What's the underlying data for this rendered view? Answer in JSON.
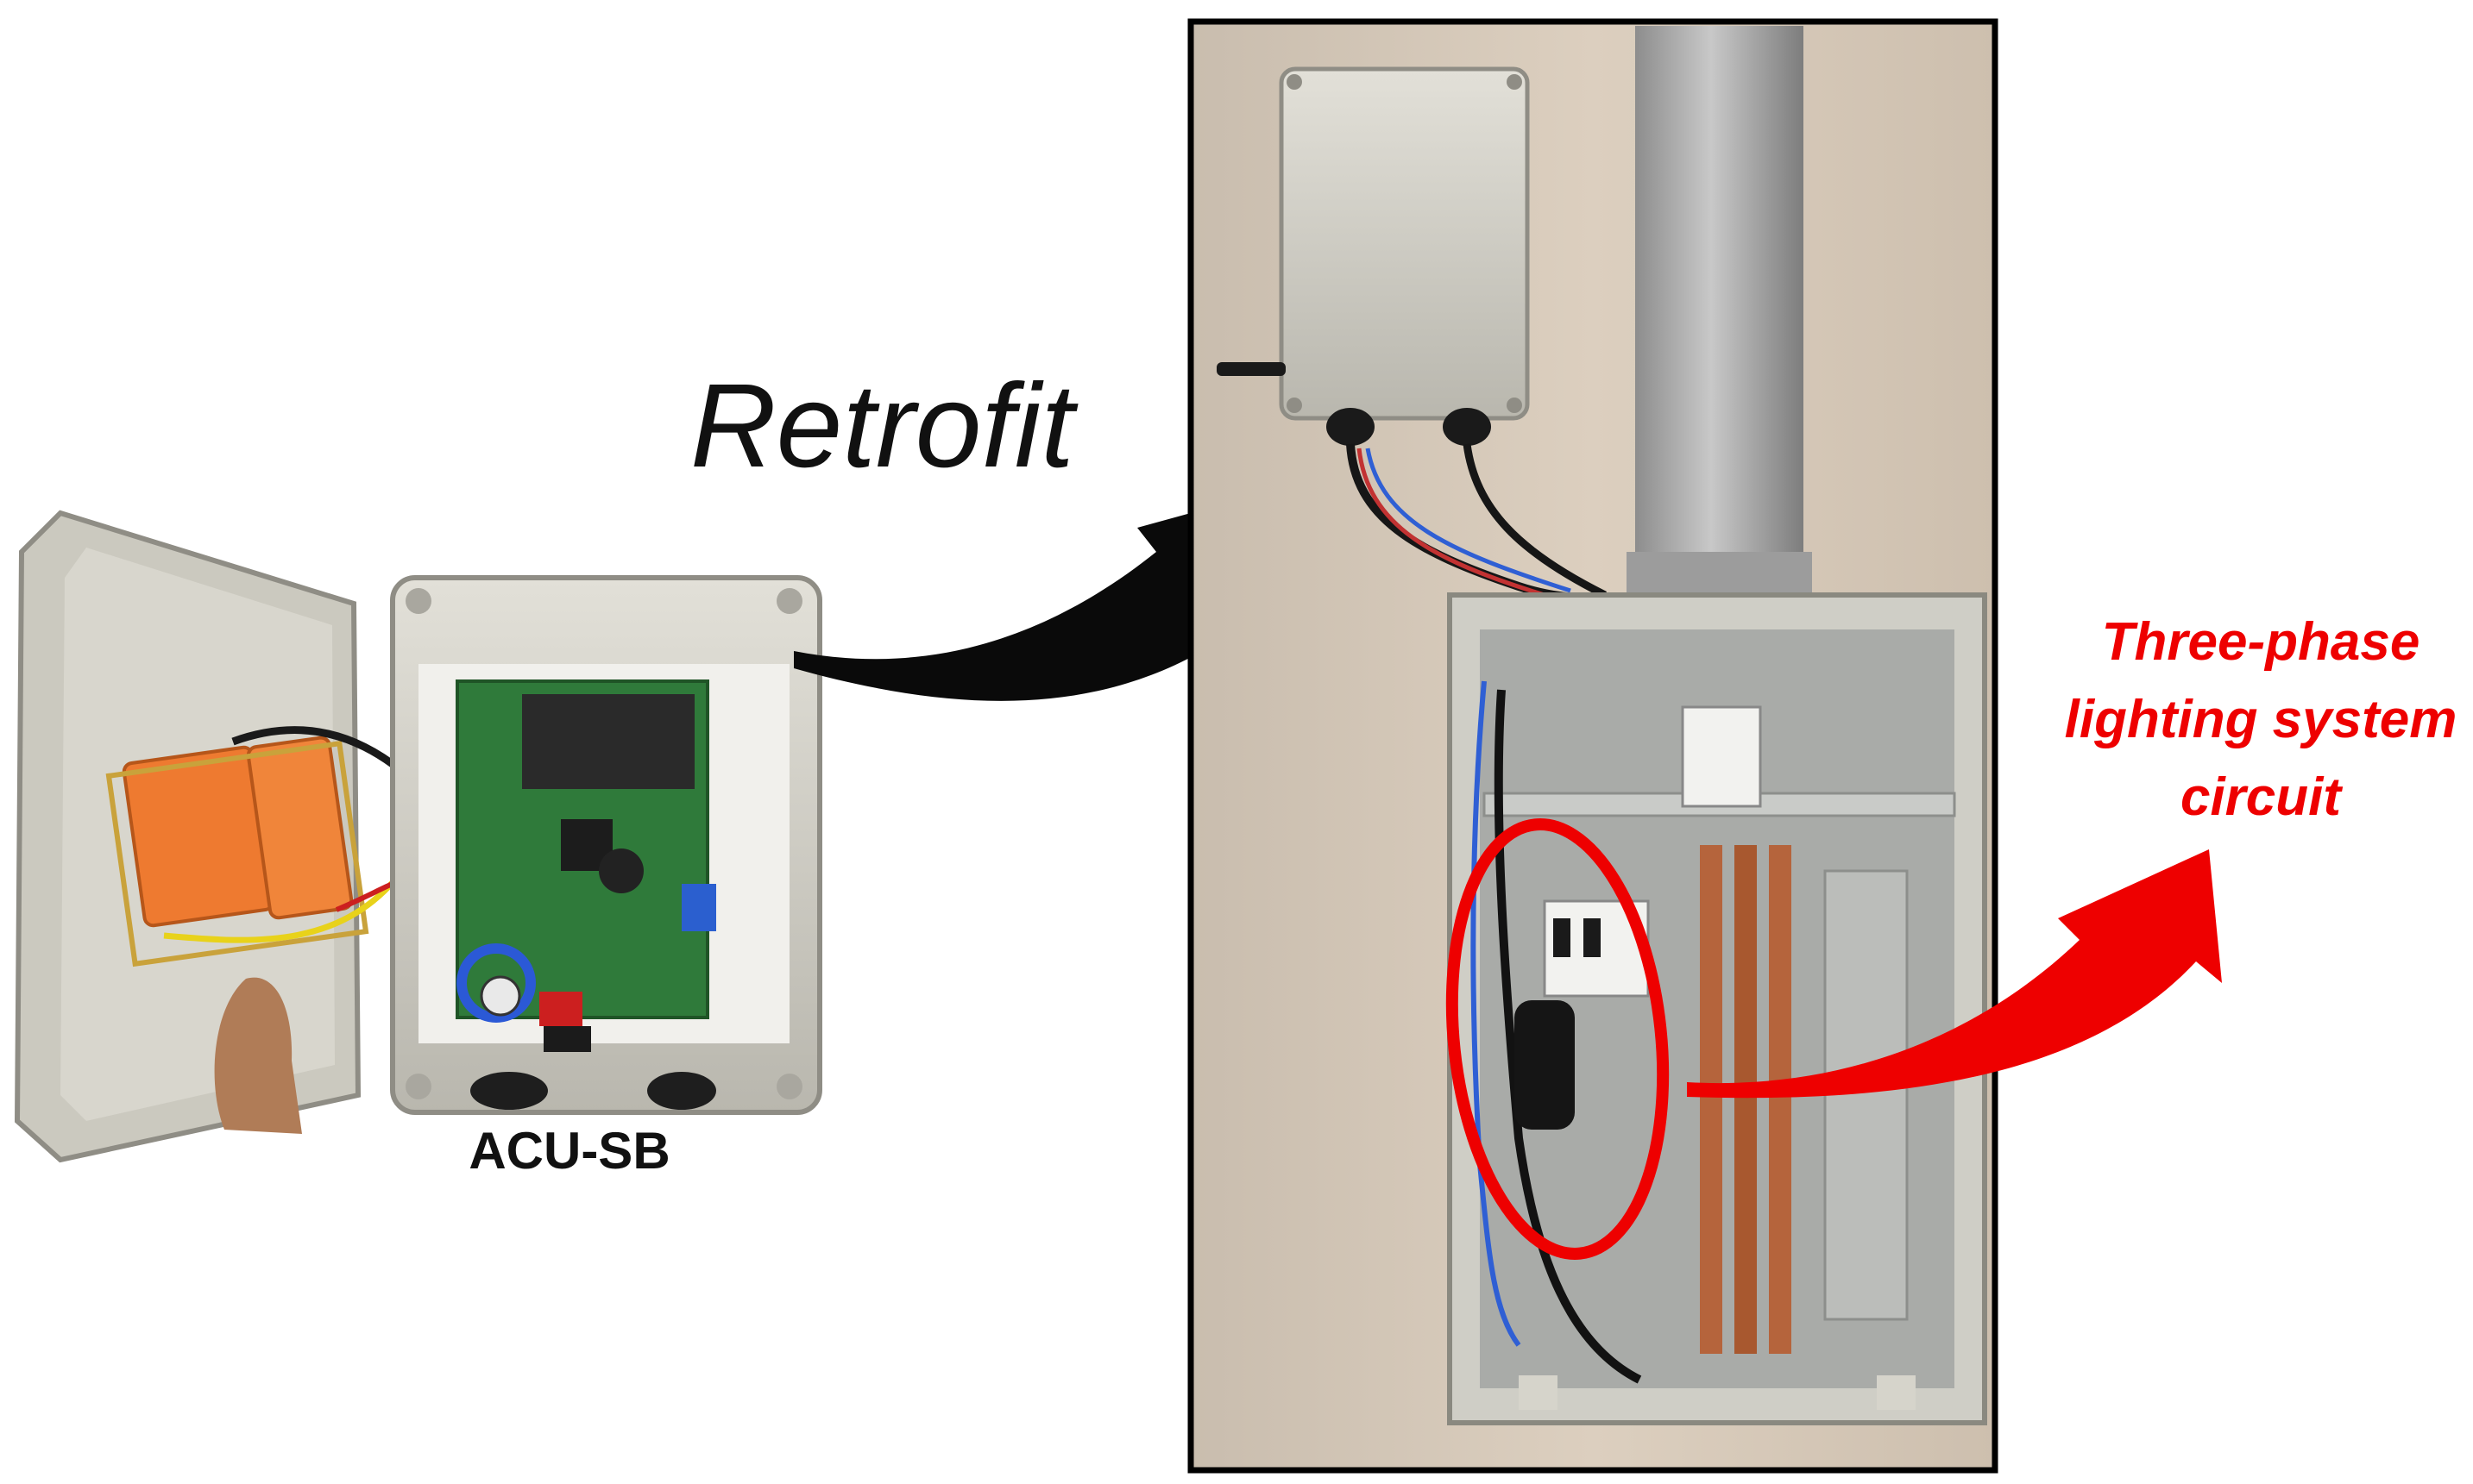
{
  "labels": {
    "device": "ACU-SB",
    "action": "Retrofit",
    "circuit_lines": [
      "Three-phase",
      "lighting system",
      "circuit"
    ]
  },
  "colors": {
    "background": "#ffffff",
    "highlight": "#ee0000",
    "arrow_black": "#0a0a0a",
    "panel_wall": "#d9cdbd",
    "enclosure": "#cfcdc3",
    "pcb": "#2f7a3a",
    "copper_bus": "#b5643c"
  },
  "icons": [
    "retrofit-arrow",
    "circuit-arrow",
    "highlight-ellipse"
  ]
}
